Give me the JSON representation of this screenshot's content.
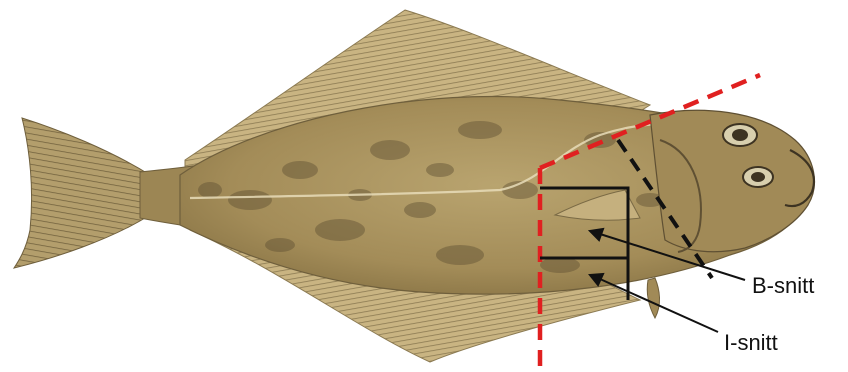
{
  "labels": {
    "b_snitt": "B-snitt",
    "i_snitt": "I-snitt"
  },
  "colors": {
    "background": "#ffffff",
    "fish_body": "#b09a66",
    "fish_dark": "#6f5f3c",
    "fin": "#c9b482",
    "fin_ray": "#8b7a52",
    "red_cut": "#e02020",
    "black_cut": "#111111"
  },
  "icons": {
    "fish": "halibut-illustration"
  }
}
